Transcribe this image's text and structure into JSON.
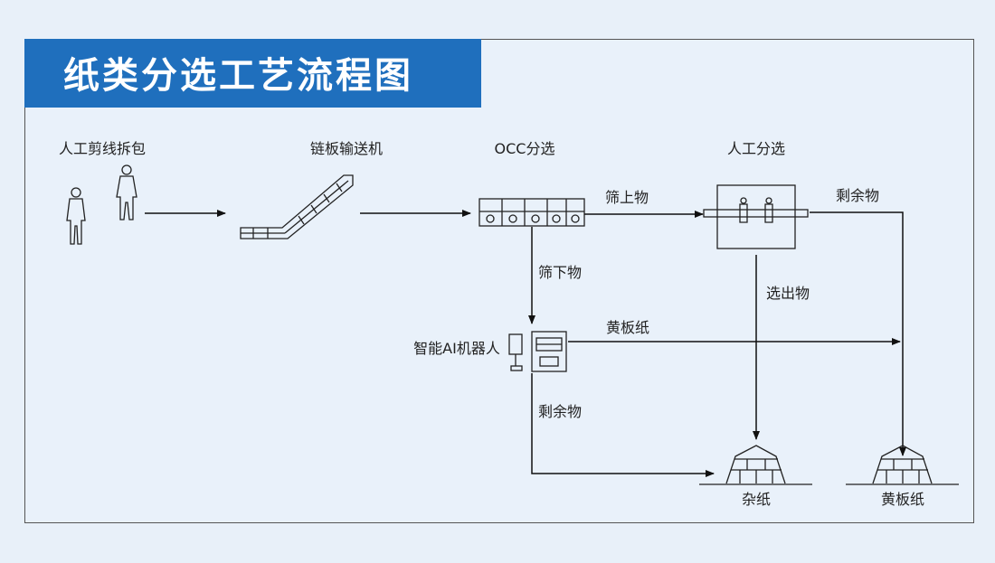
{
  "title": "纸类分选工艺流程图",
  "colors": {
    "title_bg": "#1f6fbd",
    "background": "#e8f0f9",
    "line": "#111111"
  },
  "stages": {
    "manual_unpack": "人工剪线拆包",
    "chain_conveyor": "链板输送机",
    "occ_sort": "OCC分选",
    "manual_sort": "人工分选",
    "ai_robot": "智能AI机器人"
  },
  "flows": {
    "screen_over": "筛上物",
    "screen_under": "筛下物",
    "remainder_top": "剩余物",
    "picked_out": "选出物",
    "kraft_flow": "黄板纸",
    "remainder_bottom": "剩余物"
  },
  "outputs": {
    "mixed_paper": "杂纸",
    "kraft_paper": "黄板纸"
  }
}
